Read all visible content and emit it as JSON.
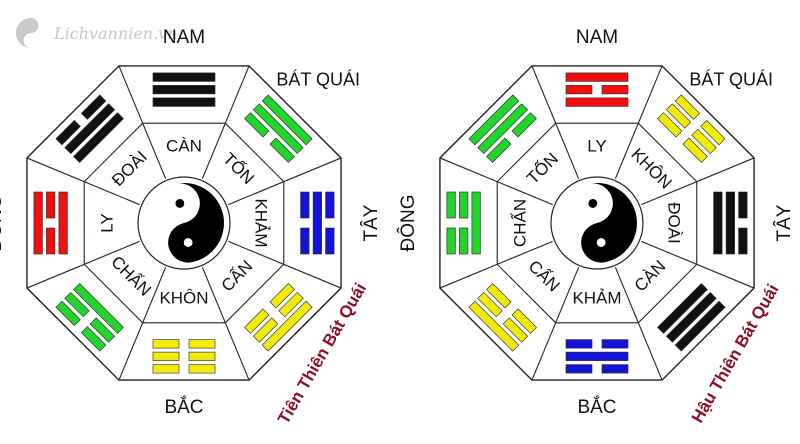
{
  "logo": {
    "text": "Lichvannien.vn"
  },
  "diagrams": [
    {
      "id": "left",
      "title": "Tiên Thiên Bát Quái",
      "directions": {
        "top": "NAM",
        "bottom": "BẮC",
        "left": "ĐÔNG",
        "right": "TÂY",
        "corner": "BÁT QUÁI"
      },
      "trigrams": [
        {
          "pos": "N",
          "name": "CÀN",
          "color": "#111111",
          "lines": [
            1,
            1,
            1
          ]
        },
        {
          "pos": "NE",
          "name": "TỐN",
          "color": "#22d42c",
          "lines": [
            1,
            1,
            0
          ]
        },
        {
          "pos": "E",
          "name": "KHẢM",
          "color": "#1414d8",
          "lines": [
            0,
            1,
            0
          ]
        },
        {
          "pos": "SE",
          "name": "CẤN",
          "color": "#f2ea0c",
          "lines": [
            1,
            0,
            0
          ]
        },
        {
          "pos": "S",
          "name": "KHÔN",
          "color": "#f2ea0c",
          "lines": [
            0,
            0,
            0
          ]
        },
        {
          "pos": "SW",
          "name": "CHẤN",
          "color": "#22d42c",
          "lines": [
            0,
            0,
            1
          ]
        },
        {
          "pos": "W",
          "name": "LY",
          "color": "#ee1111",
          "lines": [
            1,
            0,
            1
          ]
        },
        {
          "pos": "NW",
          "name": "ĐOÀI",
          "color": "#111111",
          "lines": [
            0,
            1,
            1
          ]
        }
      ]
    },
    {
      "id": "right",
      "title": "Hậu Thiên Bát Quái",
      "directions": {
        "top": "NAM",
        "bottom": "BẮC",
        "left": "ĐÔNG",
        "right": "TÂY",
        "corner": "BÁT QUÁI"
      },
      "trigrams": [
        {
          "pos": "N",
          "name": "LY",
          "color": "#ee1111",
          "lines": [
            1,
            0,
            1
          ]
        },
        {
          "pos": "NE",
          "name": "KHÔN",
          "color": "#f2ea0c",
          "lines": [
            0,
            0,
            0
          ]
        },
        {
          "pos": "E",
          "name": "ĐOÀI",
          "color": "#111111",
          "lines": [
            0,
            1,
            1
          ]
        },
        {
          "pos": "SE",
          "name": "CÀN",
          "color": "#111111",
          "lines": [
            1,
            1,
            1
          ]
        },
        {
          "pos": "S",
          "name": "KHẢM",
          "color": "#1414d8",
          "lines": [
            0,
            1,
            0
          ]
        },
        {
          "pos": "SW",
          "name": "CẤN",
          "color": "#f2ea0c",
          "lines": [
            1,
            0,
            0
          ]
        },
        {
          "pos": "W",
          "name": "CHẤN",
          "color": "#22d42c",
          "lines": [
            0,
            0,
            1
          ]
        },
        {
          "pos": "NW",
          "name": "TỐN",
          "color": "#22d42c",
          "lines": [
            1,
            1,
            0
          ]
        }
      ]
    }
  ]
}
